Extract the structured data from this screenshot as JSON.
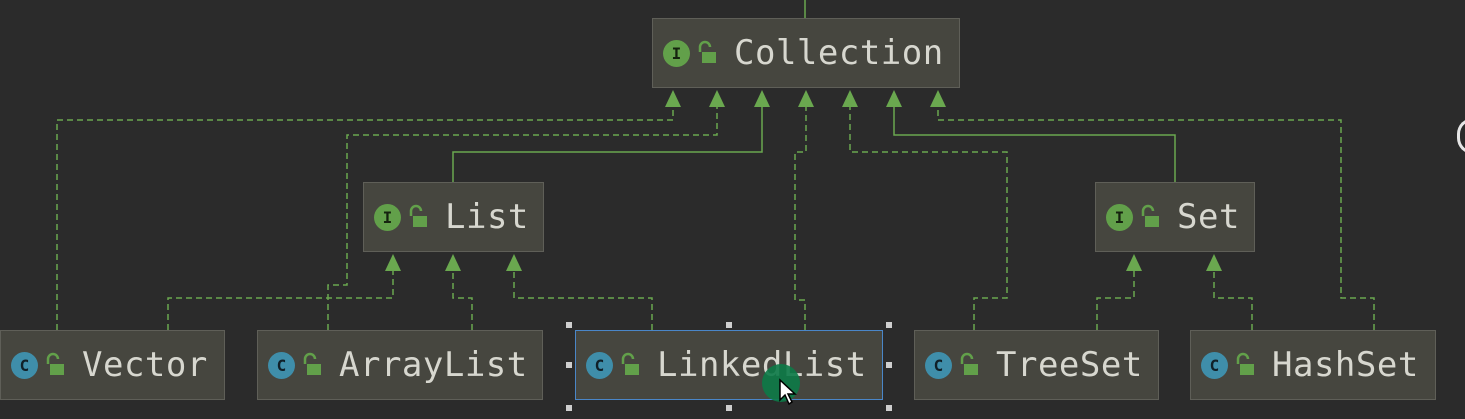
{
  "nodes": {
    "collection": {
      "label": "Collection",
      "kind": "I"
    },
    "list": {
      "label": "List",
      "kind": "I"
    },
    "set": {
      "label": "Set",
      "kind": "I"
    },
    "vector": {
      "label": "Vector",
      "kind": "C"
    },
    "arraylist": {
      "label": "ArrayList",
      "kind": "C"
    },
    "linkedlist": {
      "label": "LinkedList",
      "kind": "C"
    },
    "treeset": {
      "label": "TreeSet",
      "kind": "C"
    },
    "hashset": {
      "label": "HashSet",
      "kind": "C"
    }
  },
  "selected": "LinkedList",
  "colors": {
    "background": "#2b2b2b",
    "node_fill": "#46463f",
    "edge": "#6aa84f",
    "interface_badge": "#62a04a",
    "class_badge": "#3f8eaa",
    "selection": "#4a86c8"
  }
}
